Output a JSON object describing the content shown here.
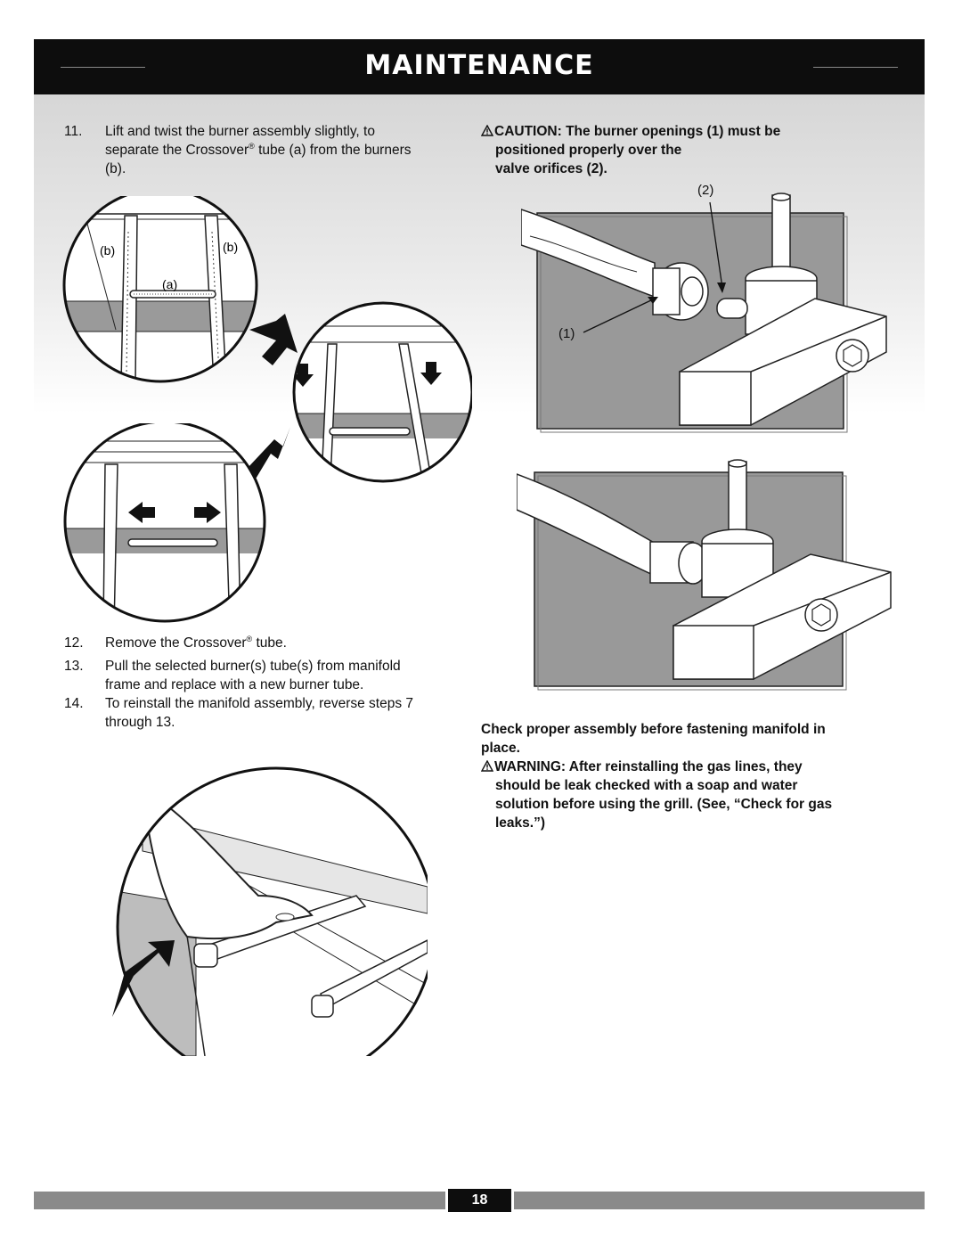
{
  "header": {
    "title": "MAINTENANCE"
  },
  "left_steps": [
    {
      "num": "11.",
      "lines": [
        "Lift and twist the burner assembly slightly, to",
        "separate the Crossover",
        "tube (a) from the burners",
        "(b)."
      ]
    },
    {
      "num": "12.",
      "text_a": "Remove the Crossover",
      "text_b": "tube."
    },
    {
      "num": "13.",
      "line1": "Pull the selected burner(s) tube(s) from manifold",
      "line2": "frame and replace with a new burner tube."
    },
    {
      "num": "14.",
      "line1": "To reinstall the manifold assembly, reverse steps 7",
      "line2": "through 13."
    }
  ],
  "registered": "®",
  "caution": {
    "line1": "CAUTION: The burner openings (1) must be",
    "line2": "positioned properly over the",
    "line3": "valve orifices (2)."
  },
  "check_text": {
    "line1": "Check proper assembly before fastening manifold in",
    "line2": "place."
  },
  "warning": {
    "line1": "WARNING: After reinstalling the gas lines, they",
    "line2": "should be leak checked with a soap and water",
    "line3": "solution before using the grill. (See, “Check for gas",
    "line4": "leaks.”)"
  },
  "labels": {
    "b_left": "(b)",
    "b_right": "(b)",
    "a": "(a)",
    "callout_1": "(1)",
    "callout_2": "(2)"
  },
  "footer": {
    "page_number": "18"
  }
}
